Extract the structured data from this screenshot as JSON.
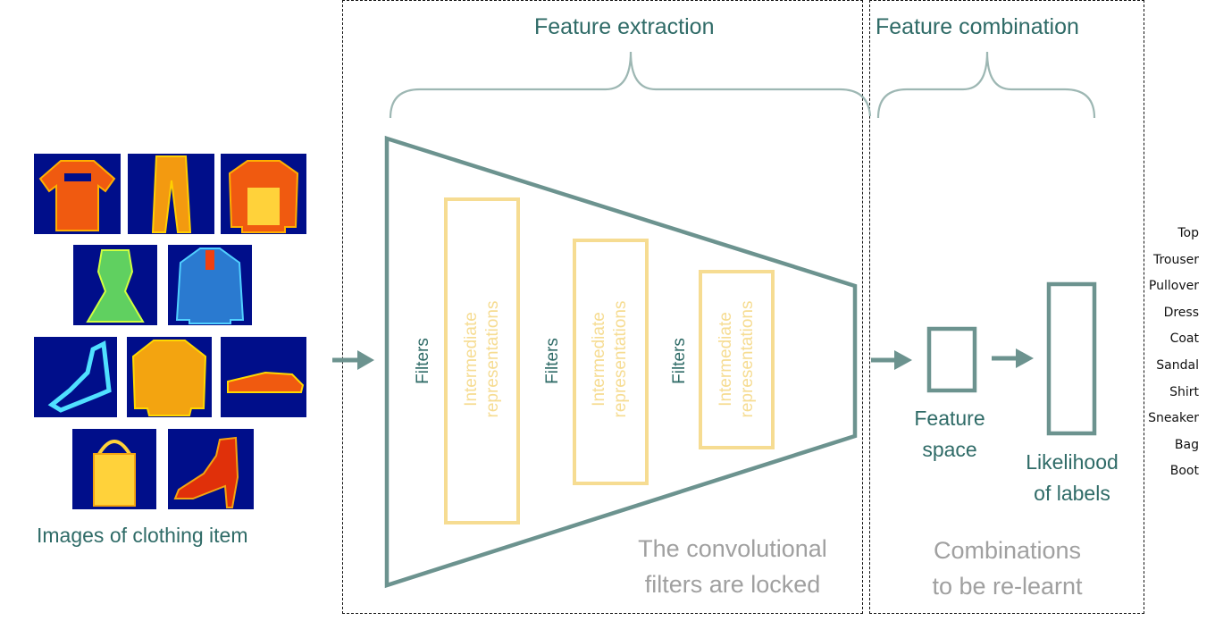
{
  "colors": {
    "teal": "#6c938f",
    "teal_text": "#2f6b67",
    "yellow": "#f6dc92",
    "gray_text": "#a0a0a0",
    "thumbnail_background": "#000e8a"
  },
  "left": {
    "caption": "Images of clothing item",
    "thumbnails": [
      "t-shirt",
      "trouser",
      "pullover",
      "dress",
      "coat",
      "sandal",
      "shirt",
      "sneaker",
      "bag",
      "ankle boot"
    ]
  },
  "extraction": {
    "title": "Feature extraction",
    "filters_label": "Filters",
    "intermediate_label": "Intermediate representations",
    "caption_line1": "The convolutional",
    "caption_line2": "filters are locked"
  },
  "combination": {
    "title": "Feature combination",
    "feature_space_line1": "Feature",
    "feature_space_line2": "space",
    "likelihood_line1": "Likelihood",
    "likelihood_line2": "of labels",
    "caption_line1": "Combinations",
    "caption_line2": "to be re-learnt"
  },
  "labels": [
    "Top",
    "Trouser",
    "Pullover",
    "Dress",
    "Coat",
    "Sandal",
    "Shirt",
    "Sneaker",
    "Bag",
    "Boot"
  ]
}
